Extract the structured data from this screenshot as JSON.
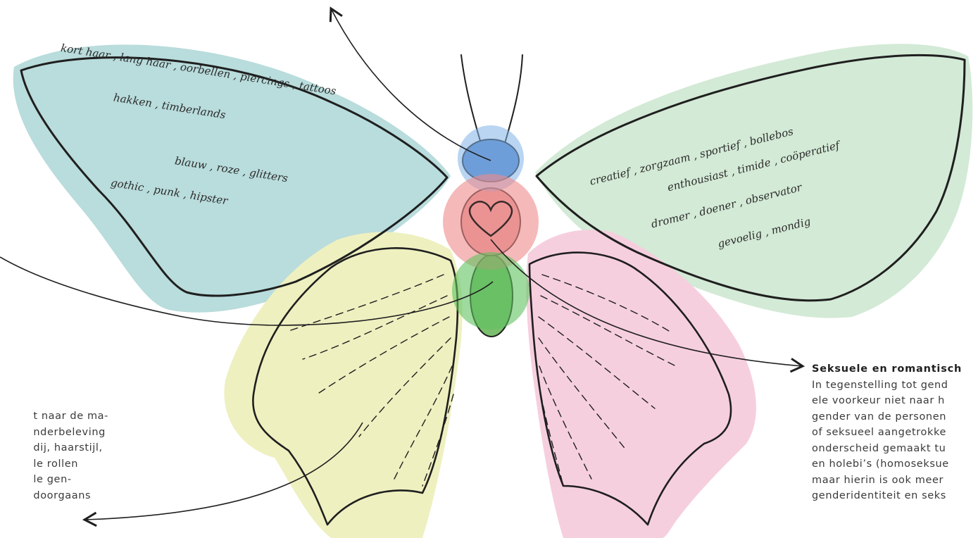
{
  "colors": {
    "upper_left_wing": "#b9dcdc",
    "upper_right_wing": "#d3ead6",
    "lower_left_wing": "#eef0c0",
    "lower_right_wing": "#f6cfde",
    "head_circle": "#7fb2e8",
    "thorax_circle": "#ef8a8a",
    "abdomen_circle": "#5fc15f",
    "ink": "#1f1f1f"
  },
  "left_wing_text": {
    "line1": "kort haar , lang haar , oorbellen , piercings , tattoos",
    "line2": "hakken , timberlands",
    "line3": "blauw , roze , glitters",
    "line4": "gothic , punk , hipster"
  },
  "right_wing_text": {
    "line1": "creatief , zorgzaam , sportief , bollebos",
    "line2": "enthousiast , timide , coöperatief",
    "line3": "dromer , doener , observator",
    "line4": "gevoelig , mondig"
  },
  "caption_right": {
    "title": "Seksuele en romantisch",
    "line1": "In tegenstelling tot gend",
    "line2": "ele voorkeur niet naar h",
    "line3": "gender van de personen",
    "line4": "of seksueel aangetrokke",
    "line5": "onderscheid gemaakt tu",
    "line6": "en holebi’s (homoseksue",
    "line7": "maar hierin is ook meer",
    "line8": "genderidentiteit en seks"
  },
  "caption_left": {
    "line1": "t naar de ma-",
    "line2": "nderbeleving",
    "line3": "dij, haarstijl,",
    "line4": "le rollen",
    "line5": "le gen-",
    "line6": "doorgaans"
  }
}
